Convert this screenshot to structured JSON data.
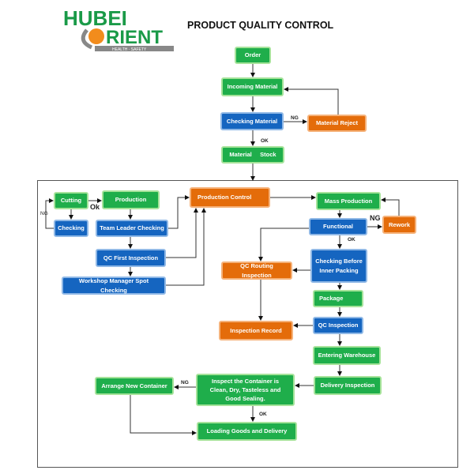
{
  "logo": {
    "line1": "HUBEI",
    "line2": "ORIENT",
    "tagline": "HEALTH · SAFETY"
  },
  "title": "PRODUCT QUALITY CONTROL",
  "colors": {
    "green": "#1fae4b",
    "blue": "#1565c0",
    "orange": "#e46c0a"
  },
  "nodes": {
    "order": "Order",
    "incoming": "Incoming Material",
    "checking_material": "Checking Material",
    "material_reject": "Material Reject",
    "material_stock": "Material     Stock",
    "cutting": "Cutting",
    "production": "Production",
    "checking": "Checking",
    "team_leader": "Team Leader Checking",
    "qc_first": "QC First Inspection",
    "workshop": "Workshop Manager Spot Checking",
    "production_control": "Production Control",
    "mass_production": "Mass Production",
    "functional": "Functional",
    "rework": "Rework",
    "checking_before": "Checking Before Inner Packing",
    "qc_routing": "QC Routing Inspection",
    "package": "Package",
    "qc_inspection": "QC Inspection",
    "inspection_record": "Inspection Record",
    "entering_warehouse": "Entering Warehouse",
    "delivery_inspection": "Delivery Inspection",
    "inspect_container": "Inspect the Container is Clean, Dry, Tasteless and Good Sealing.",
    "arrange_container": "Arrange New Container",
    "loading": "Loading Goods and Delivery"
  },
  "labels": {
    "ng1": "NG",
    "ok1": "OK",
    "ok_cut": "Ok",
    "ng_cut": "NG",
    "ng_func": "NG",
    "ok_func": "OK",
    "ng_cont": "NG",
    "ok_cont": "OK"
  }
}
